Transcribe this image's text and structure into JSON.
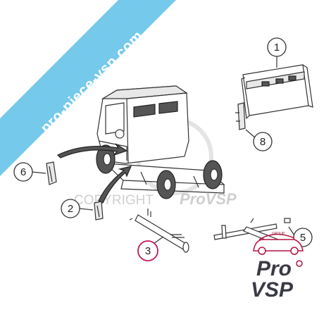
{
  "ribbon": {
    "text": "pro-piece-vsp.com",
    "color": "#6ec6ea"
  },
  "watermark": {
    "copyright": "COPYRIGHT",
    "brand": "ProVSP"
  },
  "callouts": [
    {
      "number": "1"
    },
    {
      "number": "8"
    },
    {
      "number": "6"
    },
    {
      "number": "2"
    },
    {
      "number": "3",
      "highlight_color": "#c2185b"
    },
    {
      "number": "5"
    }
  ],
  "logo": {
    "small_text": "GROUP",
    "line1": "Pro",
    "line2": "VSP",
    "accent_color": "#b5123f"
  }
}
